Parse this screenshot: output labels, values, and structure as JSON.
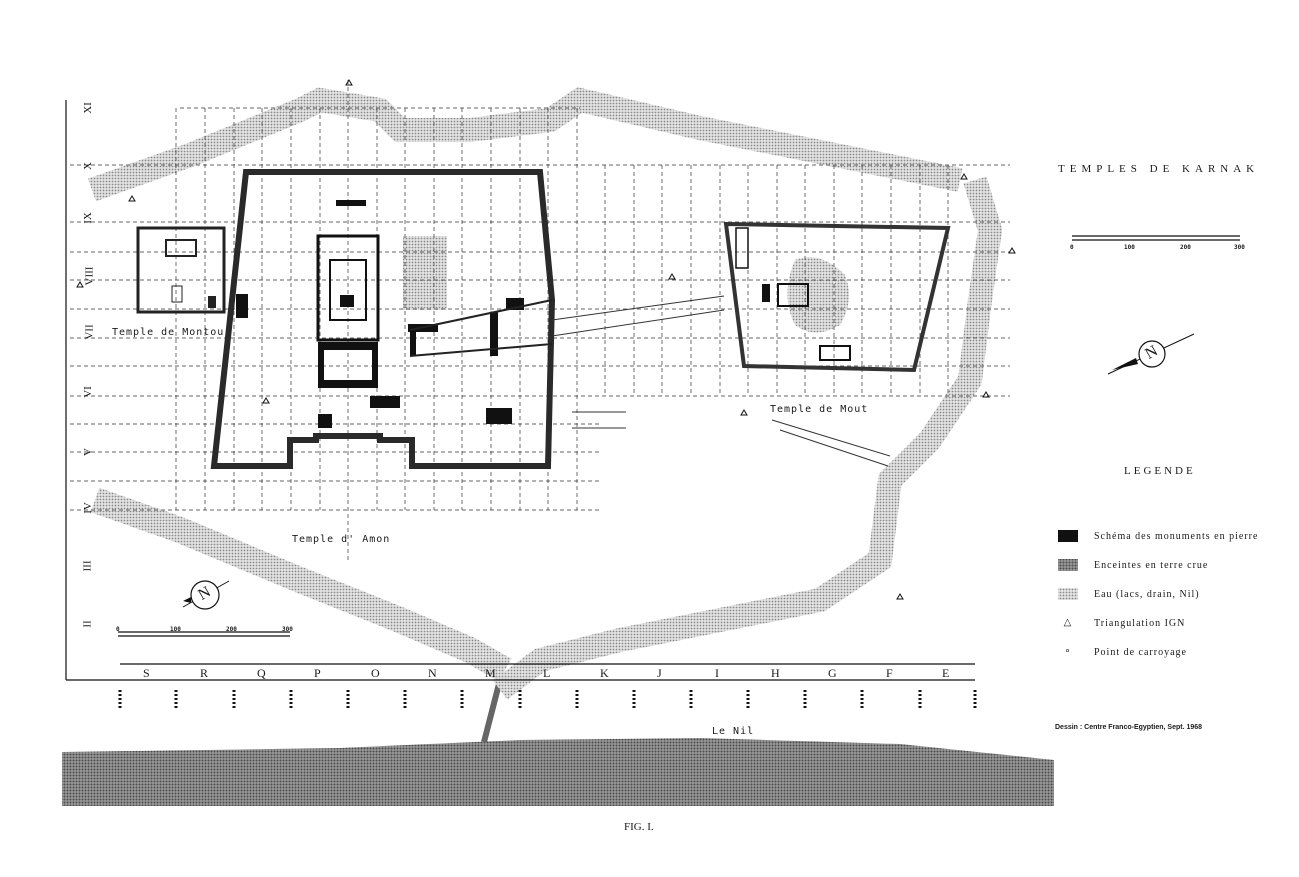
{
  "map": {
    "title": "TEMPLES DE KARNAK",
    "figure_label": "FIG. I.",
    "credit": "Dessin : Centre Franco-Egyptien, Sept. 1968",
    "sites": {
      "montou": "Temple de Montou",
      "amon": "Temple d' Amon",
      "mout": "Temple de Mout",
      "nil": "Le Nil"
    },
    "grid_letters": [
      "S",
      "R",
      "Q",
      "P",
      "O",
      "N",
      "M",
      "L",
      "K",
      "J",
      "I",
      "H",
      "G",
      "F",
      "E"
    ],
    "grid_numerals": [
      "XI",
      "X",
      "IX",
      "VIII",
      "VII",
      "VI",
      "V",
      "IV",
      "III",
      "II"
    ],
    "scale_top_ticks": [
      "0",
      "100",
      "200",
      "300"
    ],
    "scale_bottom_ticks": [
      "0",
      "100",
      "200",
      "300"
    ],
    "compass_letter": "N"
  },
  "legend": {
    "heading": "LEGENDE",
    "items": [
      {
        "key": "stone",
        "label": "Schéma des monuments en pierre"
      },
      {
        "key": "brick",
        "label": "Enceintes en terre crue"
      },
      {
        "key": "water",
        "label": "Eau (lacs, drain, Nil)"
      },
      {
        "key": "tri",
        "label": "Triangulation IGN",
        "symbol": "△"
      },
      {
        "key": "dot",
        "label": "Point de carroyage",
        "symbol": "∘"
      }
    ]
  },
  "colors": {
    "ink": "#1a1a1a",
    "water": "#bdbdbd",
    "paper": "#ffffff"
  }
}
